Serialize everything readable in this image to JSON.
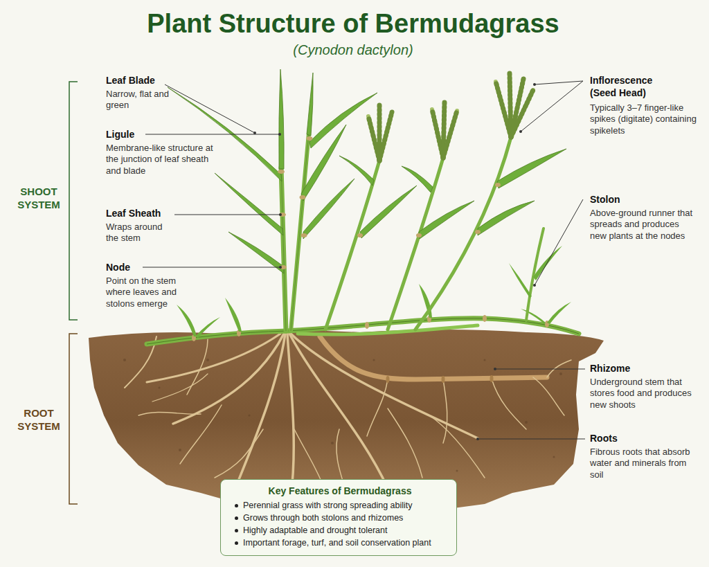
{
  "diagram": {
    "title": "Plant Structure of Bermudagrass",
    "nodes": [
      {
        "text": [
          "Key Features of Bermudagrass",
          "Perennial grass with strong spreading ability",
          "Grows through both stolons and rhizomes",
          "Highly adaptable and drought tolerant",
          "Important forage, turf, and soil conservation plant"
        ]
      }
    ],
    "labels": [
      "(Cynodon dactylon)",
      "SHOOT SYSTEM",
      "ROOT SYSTEM",
      "Leaf Blade",
      "Narrow, flat and green",
      "Ligule",
      "Membrane-like structure at the junction of leaf sheath and blade",
      "Leaf Sheath",
      "Wraps around the stem",
      "Node",
      "Point on the stem where leaves and stolons emerge",
      "Inflorescence (Seed Head)",
      "Typically 3–7 finger-like spikes (digitate) containing spikelets",
      "Stolon",
      "Above-ground runner that spreads and produces new plants at the nodes",
      "Rhizome",
      "Underground stem that stores food and produces new shoots",
      "Roots",
      "Fibrous roots that absorb water and minerals from soil"
    ]
  }
}
